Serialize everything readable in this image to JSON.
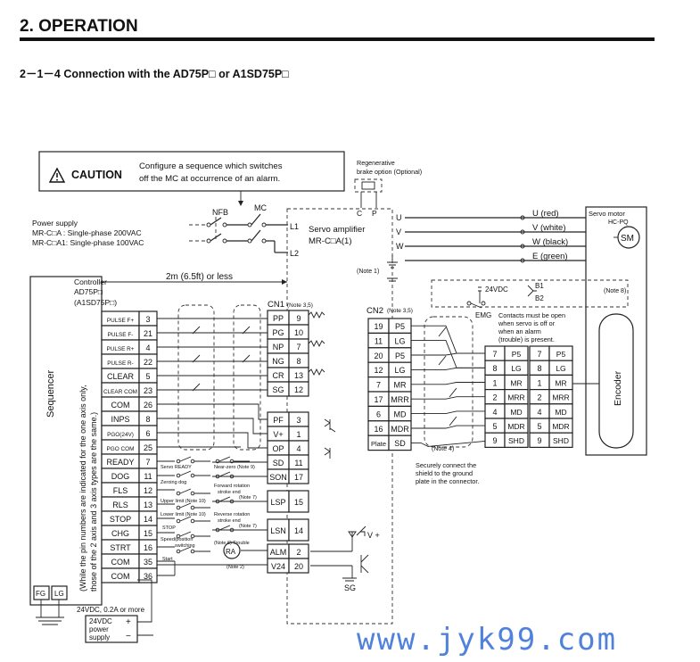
{
  "header": {
    "section_title": "2. OPERATION",
    "subsection_title": "2－1－4  Connection with the AD75P□ or A1SD75P□"
  },
  "caution": {
    "icon": "warning-triangle-icon",
    "label": "CAUTION",
    "line1": "Configure a sequence which switches",
    "line2": "off the MC at occurrence of an alarm."
  },
  "power": {
    "title": "Power supply",
    "line1": "MR-C□A : Single-phase 200VAC",
    "line2": "MR-C□A1: Single-phase 100VAC",
    "nfb": "NFB",
    "mc": "MC"
  },
  "regen": {
    "line1": "Regenerative",
    "line2": "brake option (Optional)",
    "c": "C",
    "p": "P"
  },
  "amp": {
    "l1": "L1",
    "l2": "L2",
    "u": "U",
    "v": "V",
    "w": "W",
    "title1": "Servo amplifier",
    "title2": "MR-C□A(1)",
    "note1": "(Note 1)",
    "distance": "2m (6.5ft) or less"
  },
  "motor": {
    "title": "Servo motor",
    "model": "HC-PQ",
    "symbol": "SM",
    "u": "U (red)",
    "v": "V (white)",
    "w": "W (black)",
    "e": "E (green)",
    "encoder": "Encoder",
    "note8": "(Note 8)"
  },
  "brake": {
    "supply": "24VDC",
    "b1": "B1",
    "b2": "B2",
    "emg": "EMG",
    "note1": "Contacts must be open",
    "note2": "when servo is off or",
    "note3": "when an alarm",
    "note4": "(trouble) is present."
  },
  "controller": {
    "line1": "Controller",
    "line2": "AD75P□",
    "line3": "(A1SD75P□)",
    "sequencer": "Sequencer",
    "note_line1": "(While the pin numbers are indicated for the one axis only,",
    "note_line2": "those of the 2 axis and 3 axis types are the same.)",
    "pins": [
      {
        "label": "PULSE F+",
        "pin": "3"
      },
      {
        "label": "PULSE F-",
        "pin": "21"
      },
      {
        "label": "PULSE R+",
        "pin": "4"
      },
      {
        "label": "PULSE R-",
        "pin": "22"
      },
      {
        "label": "CLEAR",
        "pin": "5"
      },
      {
        "label": "CLEAR COM",
        "pin": "23"
      },
      {
        "label": "COM",
        "pin": "26"
      },
      {
        "label": "INPS",
        "pin": "8"
      },
      {
        "label": "PGO(24V)",
        "pin": "6"
      },
      {
        "label": "PGO COM",
        "pin": "25"
      },
      {
        "label": "READY",
        "pin": "7"
      },
      {
        "label": "DOG",
        "pin": "11"
      },
      {
        "label": "FLS",
        "pin": "12"
      },
      {
        "label": "RLS",
        "pin": "13"
      },
      {
        "label": "STOP",
        "pin": "14"
      },
      {
        "label": "CHG",
        "pin": "15"
      },
      {
        "label": "STRT",
        "pin": "16"
      },
      {
        "label": "COM",
        "pin": "35"
      },
      {
        "label": "COM",
        "pin": "36"
      }
    ],
    "fg": "FG",
    "lg": "LG"
  },
  "cn1": {
    "title": "CN1",
    "note": "(Note 3,5)",
    "pins": [
      {
        "label": "PP",
        "pin": "9"
      },
      {
        "label": "PG",
        "pin": "10"
      },
      {
        "label": "NP",
        "pin": "7"
      },
      {
        "label": "NG",
        "pin": "8"
      },
      {
        "label": "CR",
        "pin": "13"
      },
      {
        "label": "SG",
        "pin": "12"
      },
      {
        "label": "PF",
        "pin": "3"
      },
      {
        "label": "V+",
        "pin": "1"
      },
      {
        "label": "OP",
        "pin": "4"
      },
      {
        "label": "SD",
        "pin": "11"
      },
      {
        "label": "SON",
        "pin": "17"
      },
      {
        "label": "LSP",
        "pin": "15"
      },
      {
        "label": "LSN",
        "pin": "14"
      },
      {
        "label": "ALM",
        "pin": "2"
      },
      {
        "label": "V24",
        "pin": "20"
      }
    ],
    "vplus": "V +",
    "sg": "SG"
  },
  "switches": {
    "servo_ready": "Servo READY",
    "near_zero": "Near-zero (Note 9)",
    "zeroing_dog": "Zeroing dog",
    "forward_rotation": "Forward rotation",
    "stroke_end": "stroke end",
    "note7a": "(Note 7)",
    "upper_limit": "Upper limit (Note 10)",
    "lower_limit": "Lower limit (Note 10)",
    "reverse_rotation": "Reverse rotation",
    "stroke_end2": "stroke end",
    "note7b": "(Note 7)",
    "stop": "STOP",
    "speed_position": "Speed/position",
    "switching": "switching",
    "start": "Start",
    "note6": "(Note 6) Trouble",
    "note2": "(Note 2)",
    "ra": "RA"
  },
  "cn2": {
    "title": "CN2",
    "note": "(Note 3,5)",
    "pins": [
      {
        "pin": "19",
        "label": "P5"
      },
      {
        "pin": "11",
        "label": "LG"
      },
      {
        "pin": "20",
        "label": "P5"
      },
      {
        "pin": "12",
        "label": "LG"
      },
      {
        "pin": "7",
        "label": "MR"
      },
      {
        "pin": "17",
        "label": "MRR"
      },
      {
        "pin": "6",
        "label": "MD"
      },
      {
        "pin": "16",
        "label": "MDR"
      },
      {
        "pin": "Plate",
        "label": "SD"
      }
    ],
    "note4": "(Note 4)",
    "shield1": "Securely connect the",
    "shield2": "shield to the ground",
    "shield3": "plate in the connector.",
    "encoder_pins": [
      {
        "pin": "7",
        "label": "P5"
      },
      {
        "pin": "8",
        "label": "LG"
      },
      {
        "pin": "1",
        "label": "MR"
      },
      {
        "pin": "2",
        "label": "MRR"
      },
      {
        "pin": "4",
        "label": "MD"
      },
      {
        "pin": "5",
        "label": "MDR"
      },
      {
        "pin": "9",
        "label": "SHD"
      }
    ]
  },
  "dc_supply": {
    "rating": "24VDC, 0.2A or more",
    "line1": "24VDC",
    "line2": "power",
    "line3": "supply",
    "plus": "+",
    "minus": "−"
  },
  "watermark": "www.jyk99.com"
}
